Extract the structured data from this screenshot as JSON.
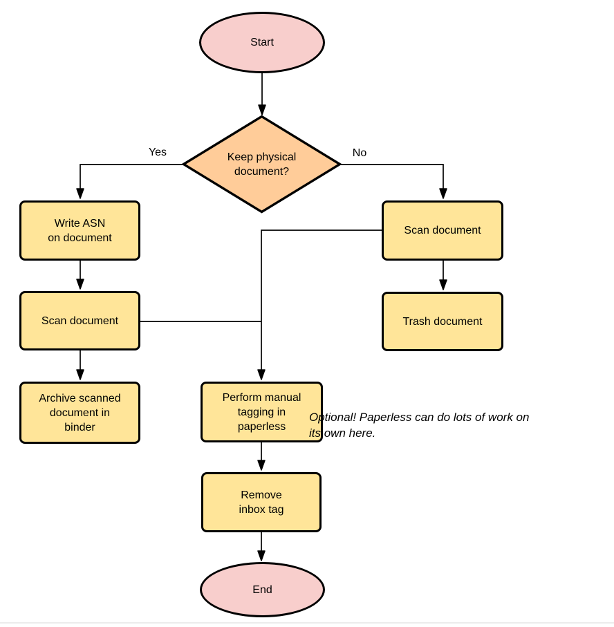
{
  "colors": {
    "terminal_fill": "#f8cecc",
    "decision_fill": "#ffcc99",
    "process_fill": "#ffe599",
    "stroke": "#000000",
    "edge": "#000000",
    "background": "#ffffff",
    "footer_line": "#ececec"
  },
  "nodes": {
    "start": {
      "label": "Start",
      "type": "terminal"
    },
    "decision": {
      "label": "Keep physical\ndocument?",
      "type": "decision"
    },
    "write_asn": {
      "label": "Write ASN\non document",
      "type": "process"
    },
    "scan_left": {
      "label": "Scan document",
      "type": "process"
    },
    "archive": {
      "label": "Archive scanned\ndocument in\nbinder",
      "type": "process"
    },
    "scan_right": {
      "label": "Scan document",
      "type": "process"
    },
    "trash": {
      "label": "Trash document",
      "type": "process"
    },
    "tagging": {
      "label": "Perform manual\ntagging in\npaperless",
      "type": "process"
    },
    "remove_inbox": {
      "label": "Remove\ninbox tag",
      "type": "process"
    },
    "end": {
      "label": "End",
      "type": "terminal"
    }
  },
  "edge_labels": {
    "yes": "Yes",
    "no": "No"
  },
  "annotation": {
    "text": "Optional! Paperless can do lots of work on\nits own here."
  }
}
